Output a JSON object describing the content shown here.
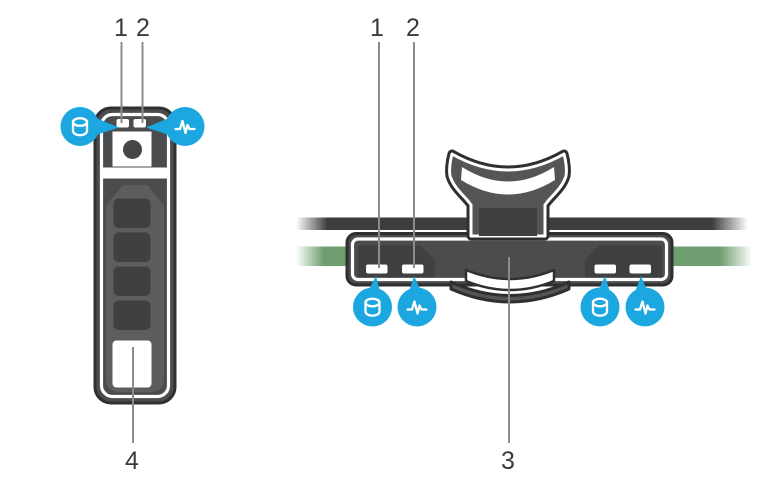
{
  "colors": {
    "accent_blue": "#1da7e0",
    "bar_green": "#6f9f70",
    "chassis_gray": "#4b4c4e",
    "outline_dark": "#2e2f31",
    "label_color": "#3a3b3d"
  },
  "left_figure": {
    "callouts": {
      "led1": "1",
      "led2": "2",
      "release_button": "4"
    },
    "badges": [
      {
        "icon": "disk-icon"
      },
      {
        "icon": "activity-icon"
      }
    ]
  },
  "right_figure": {
    "callouts": {
      "led1": "1",
      "led2": "2",
      "handle": "3"
    },
    "badges": [
      {
        "icon": "disk-icon"
      },
      {
        "icon": "activity-icon"
      },
      {
        "icon": "disk-icon"
      },
      {
        "icon": "activity-icon"
      }
    ]
  }
}
